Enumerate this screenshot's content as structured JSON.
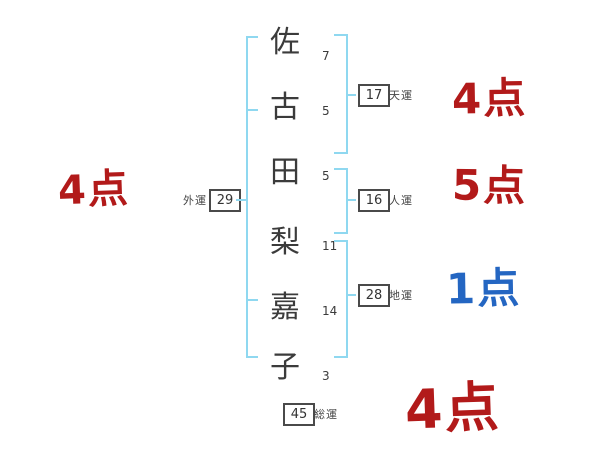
{
  "name_chart": {
    "characters": [
      {
        "char": "佐",
        "strokes": "7"
      },
      {
        "char": "古",
        "strokes": "5"
      },
      {
        "char": "田",
        "strokes": "5"
      },
      {
        "char": "梨",
        "strokes": "11"
      },
      {
        "char": "嘉",
        "strokes": "14"
      },
      {
        "char": "子",
        "strokes": "3"
      }
    ],
    "fortunes": {
      "heaven": {
        "label": "天運",
        "value": "17",
        "score": "4点"
      },
      "person": {
        "label": "人運",
        "value": "16",
        "score": "5点"
      },
      "earth": {
        "label": "地運",
        "value": "28",
        "score": "1点"
      },
      "outer": {
        "label": "外運",
        "value": "29",
        "score": "4点"
      },
      "total": {
        "label": "総運",
        "value": "45",
        "score": "4点"
      }
    },
    "colors": {
      "score_red": "#b21a1a",
      "score_blue": "#2466c2",
      "bracket_blue": "#8fd8f0",
      "text": "#3b3b3b"
    }
  }
}
